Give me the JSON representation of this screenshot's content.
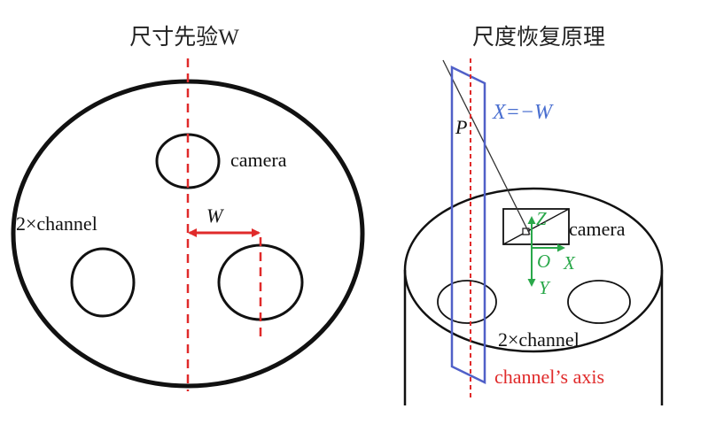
{
  "left_panel": {
    "title": "尺寸先验W",
    "labels": {
      "camera": "camera",
      "channel": "2×channel",
      "width": "W"
    }
  },
  "right_panel": {
    "title": "尺度恢复原理",
    "labels": {
      "plane": "X=−W",
      "point": "P",
      "camera": "camera",
      "axis_z": "Z",
      "axis_origin": "O",
      "axis_x": "X",
      "axis_y": "Y",
      "channel": "2×channel",
      "channel_axis": "channel’s axis"
    }
  },
  "colors": {
    "dashed_axis": "#e02a2a",
    "dimension": "#e02a2a",
    "plane": "#5060c8",
    "plane_label": "#4a6fd0",
    "axes": "#2aa84a",
    "outline": "#111111",
    "ray": "#333333"
  }
}
